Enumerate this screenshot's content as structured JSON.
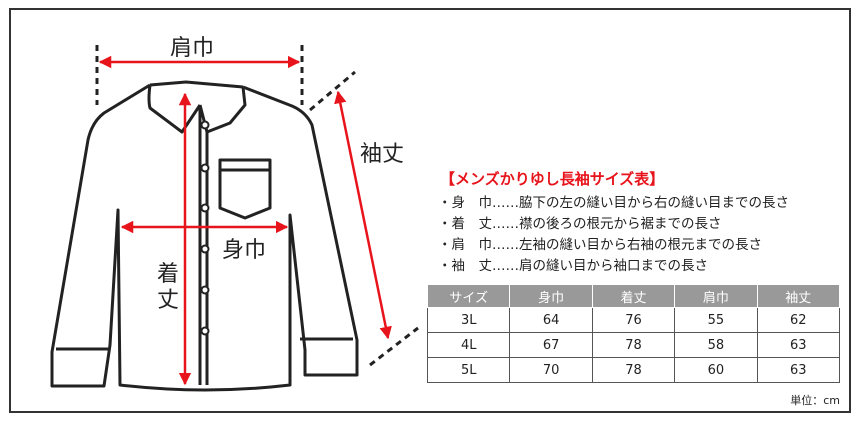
{
  "labels": {
    "katahaba": "肩巾",
    "sodetake": "袖丈",
    "mihaba": "身巾",
    "kitake": "着丈"
  },
  "info": {
    "title": "【メンズかりゆし長袖サイズ表】",
    "definitions": [
      "・身　巾……脇下の左の縫い目から右の縫い目までの長さ",
      "・着　丈……襟の後ろの根元から裾までの長さ",
      "・肩　巾……左袖の縫い目から右袖の根元までの長さ",
      "・袖　丈……肩の縫い目から袖口までの長さ"
    ]
  },
  "size_table": {
    "headers": [
      "サイズ",
      "身巾",
      "着丈",
      "肩巾",
      "袖丈"
    ],
    "rows": [
      [
        "3L",
        "64",
        "76",
        "55",
        "62"
      ],
      [
        "4L",
        "67",
        "78",
        "58",
        "63"
      ],
      [
        "5L",
        "70",
        "78",
        "60",
        "63"
      ]
    ]
  },
  "unit": "単位：cm",
  "colors": {
    "accent": "#e8141b",
    "header_bg": "#999999",
    "outline": "#222222"
  }
}
